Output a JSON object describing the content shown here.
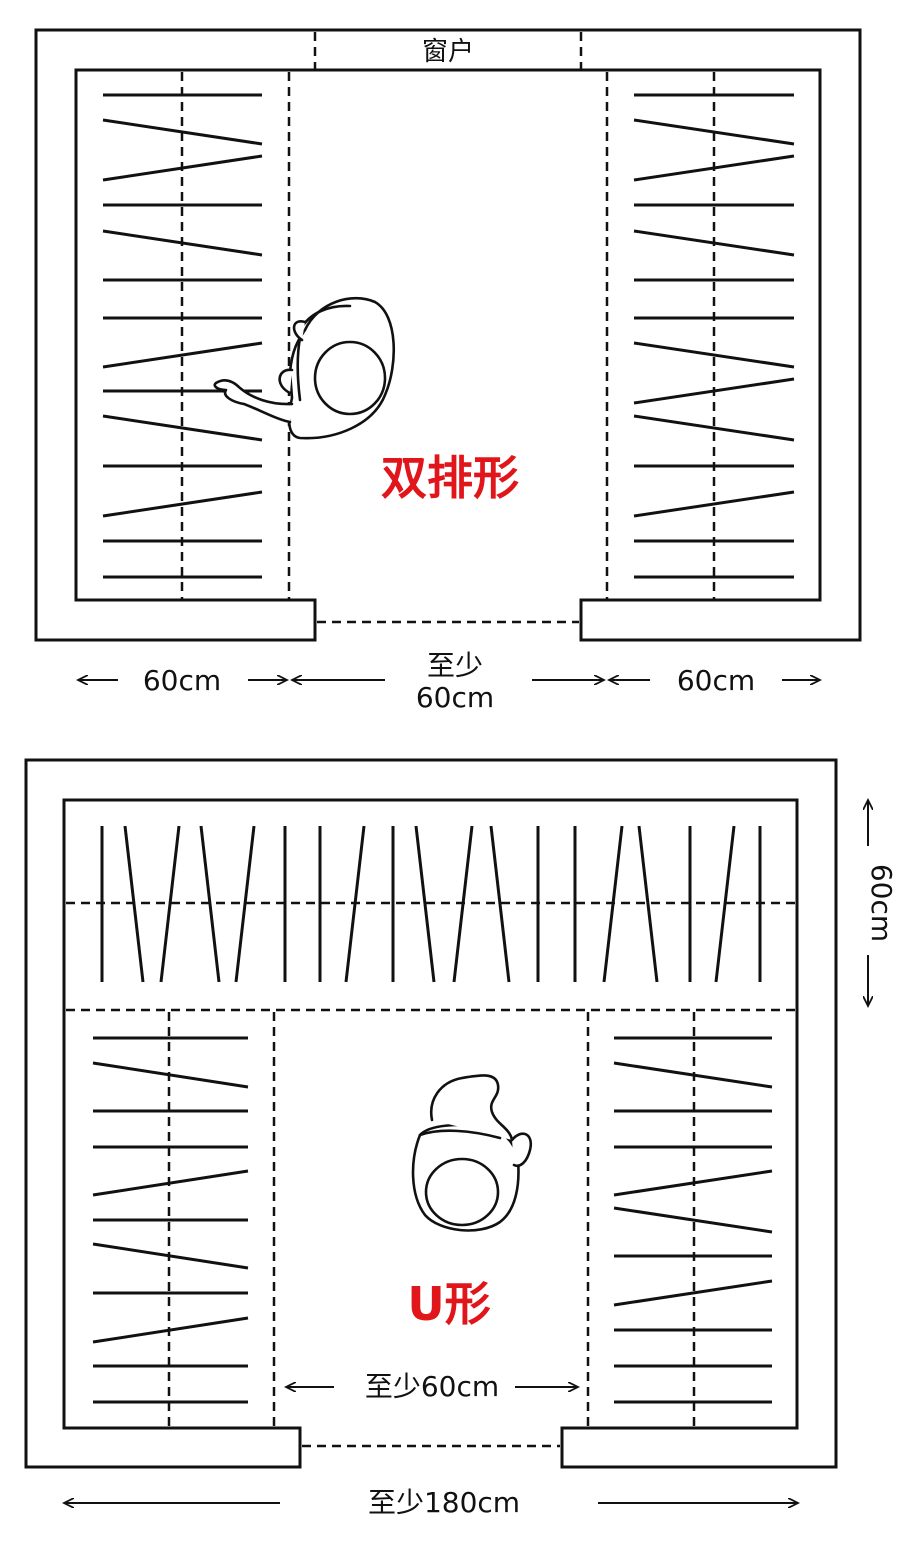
{
  "top_plan": {
    "window_label": "窗户",
    "layout_name": "双排形",
    "dim_left": "60cm",
    "dim_middle_line1": "至少",
    "dim_middle_line2": "60cm",
    "dim_right": "60cm"
  },
  "bottom_plan": {
    "layout_name": "U形",
    "dim_side": "60cm",
    "dim_aisle": "至少60cm",
    "dim_total": "至少180cm"
  },
  "colors": {
    "line": "#111111",
    "layout_name": "#e0161b"
  }
}
